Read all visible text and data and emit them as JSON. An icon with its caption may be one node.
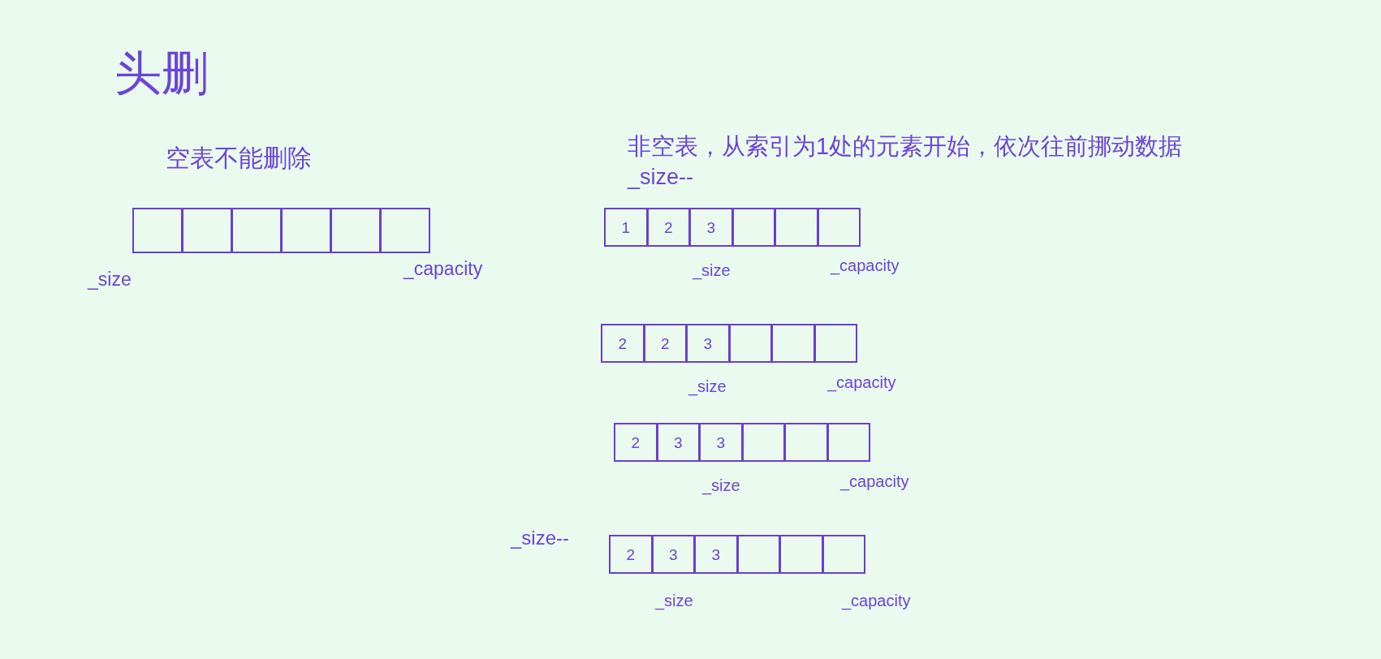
{
  "diagram": {
    "title": "头删",
    "nodes": [
      {
        "text": [],
        "shape": "box"
      },
      {
        "text": [],
        "shape": "box"
      },
      {
        "text": [],
        "shape": "box"
      },
      {
        "text": [],
        "shape": "box"
      },
      {
        "text": [],
        "shape": "box"
      },
      {
        "text": [],
        "shape": "box"
      },
      {
        "text": [
          "1"
        ]
      },
      {
        "text": [
          "2"
        ]
      },
      {
        "text": [
          "3"
        ]
      },
      {
        "text": [],
        "shape": "box"
      },
      {
        "text": [],
        "shape": "box"
      },
      {
        "text": [],
        "shape": "box"
      },
      {
        "text": [
          "2"
        ]
      },
      {
        "text": [
          "2"
        ]
      },
      {
        "text": [
          "3"
        ]
      },
      {
        "text": [],
        "shape": "box"
      },
      {
        "text": [],
        "shape": "box"
      },
      {
        "text": [],
        "shape": "box"
      },
      {
        "text": [
          "2"
        ]
      },
      {
        "text": [
          "3"
        ]
      },
      {
        "text": [
          "3"
        ]
      },
      {
        "text": [],
        "shape": "box"
      },
      {
        "text": [],
        "shape": "box"
      },
      {
        "text": [],
        "shape": "box"
      },
      {
        "text": [
          "2"
        ]
      },
      {
        "text": [
          "3"
        ]
      },
      {
        "text": [
          "3"
        ]
      },
      {
        "text": [],
        "shape": "box"
      },
      {
        "text": [],
        "shape": "box"
      },
      {
        "text": [],
        "shape": "box"
      }
    ],
    "edges": [],
    "labels": [
      "空表不能删除",
      "非空表，从索引为1处的元素开始，依次往前挪动数据",
      "_size--",
      "_size",
      "_capacity",
      "_size",
      "_capacity",
      "_size",
      "_capacity",
      "_size",
      "_capacity",
      "_size--",
      "_size",
      "_capacity"
    ]
  }
}
